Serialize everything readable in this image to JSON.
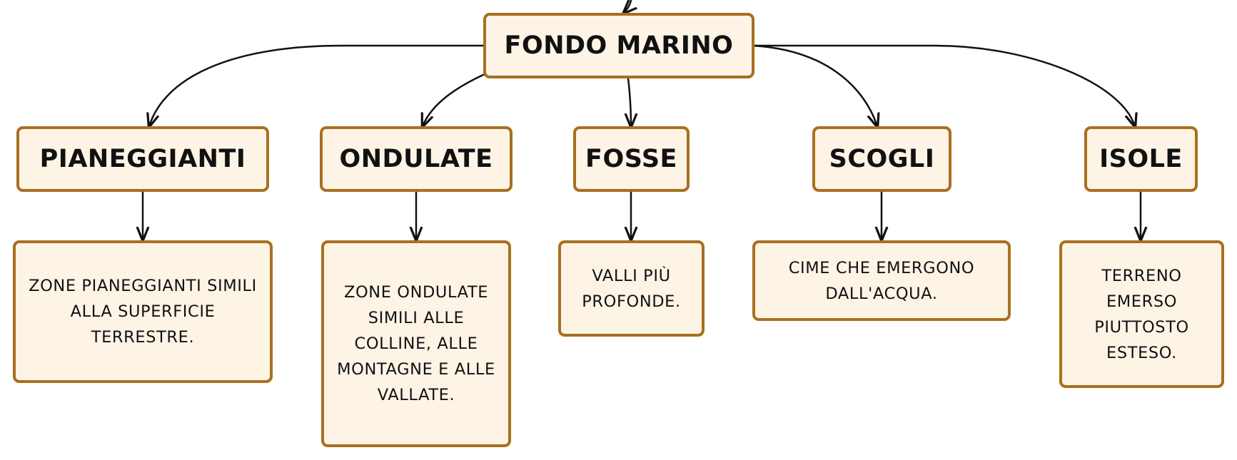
{
  "diagram": {
    "root": {
      "label": "FONDO MARINO"
    },
    "categories": [
      {
        "label": "PIANEGGIANTI",
        "description": "ZONE PIANEGGIANTI SIMILI ALLA SUPERFICIE TERRESTRE."
      },
      {
        "label": "ONDULATE",
        "description": "ZONE ONDULATE SIMILI ALLE COLLINE, ALLE MONTAGNE E ALLE VALLATE."
      },
      {
        "label": "FOSSE",
        "description": "VALLI PIÙ PROFONDE."
      },
      {
        "label": "SCOGLI",
        "description": "CIME CHE EMERGONO DALL'ACQUA."
      },
      {
        "label": "ISOLE",
        "description": "TERRENO EMERSO PIUTTOSTO ESTESO."
      }
    ]
  },
  "colors": {
    "node_fill": "#fdf4e6",
    "node_border": "#a8701f",
    "text": "#111111",
    "connector": "#111111"
  }
}
